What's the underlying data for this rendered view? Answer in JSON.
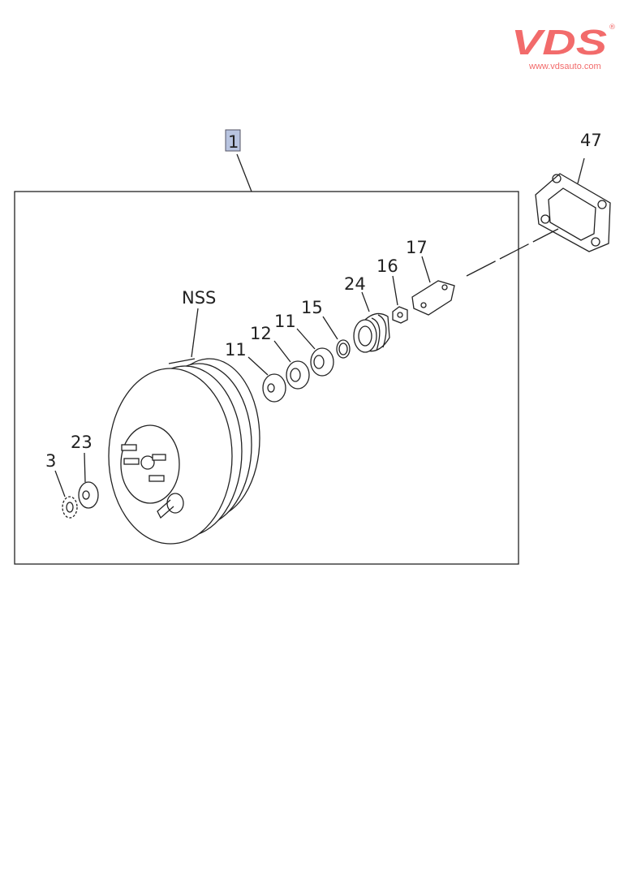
{
  "logo": {
    "brand": "VDS",
    "registered": "®",
    "url": "www.vdsauto.com",
    "color": "#f26b6b"
  },
  "diagram": {
    "assembly_label": "1",
    "labels": {
      "bracket": "47",
      "booster": "NSS",
      "boot": "24",
      "nut": "16",
      "clevis": "17",
      "washer_15": "15",
      "seal_11a": "11",
      "seal_12": "12",
      "seal_11b": "11",
      "ring_23": "23",
      "lock_washer": "3"
    }
  }
}
